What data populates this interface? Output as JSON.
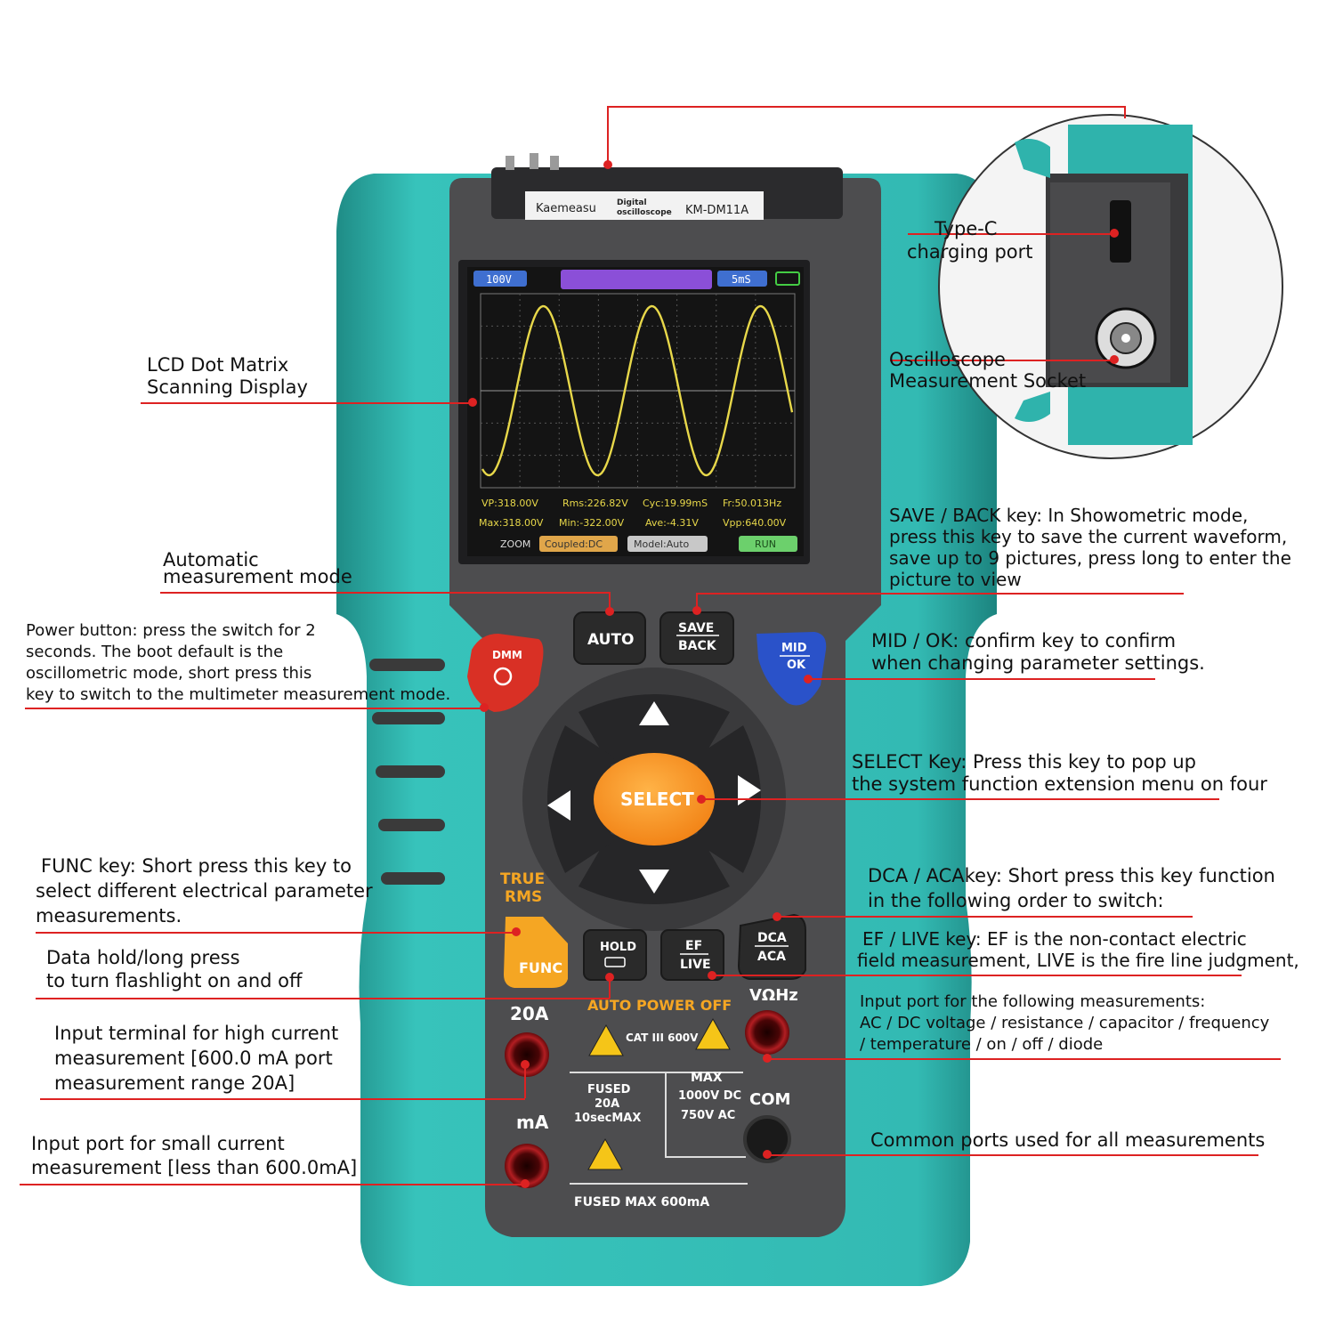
{
  "device": {
    "brand": "Kaemeasu",
    "subtitle_1": "Digital",
    "subtitle_2": "oscilloscope",
    "model": "KM-DM11A",
    "buttons": {
      "auto": "AUTO",
      "save": "SAVE",
      "back": "BACK",
      "dmm": "DMM",
      "mid": "MID",
      "ok": "OK",
      "select": "SELECT",
      "func": "FUNC",
      "hold": "HOLD",
      "ef": "EF",
      "live": "LIVE",
      "dca": "DCA",
      "aca": "ACA"
    },
    "true_rms_1": "TRUE",
    "true_rms_2": "RMS",
    "auto_power_off": "AUTO POWER OFF",
    "terminal_20a": "20A",
    "terminal_ma": "mA",
    "terminal_vohz": "VΩHz",
    "terminal_com": "COM",
    "cat": "CAT III  600V",
    "fused_20a_1": "FUSED",
    "fused_20a_2": "20A",
    "fused_20a_3": "10secMAX",
    "max_1": "MAX",
    "max_2": "1000V DC",
    "max_3": "750V AC",
    "fused_ma": "FUSED MAX 600mA"
  },
  "screen": {
    "volt_div": "100V",
    "time_div": "5mS",
    "vp": "VP:318.00V",
    "rms": "Rms:226.82V",
    "cyc": "Cyc:19.99mS",
    "fr": "Fr:50.013Hz",
    "max": "Max:318.00V",
    "min": "Min:-322.00V",
    "ave": "Ave:-4.31V",
    "vpp": "Vpp:640.00V",
    "zoom": "ZOOM",
    "coupled": "Coupled:DC",
    "model": "Model:Auto",
    "run": "RUN",
    "colors": {
      "waveform": "#e8d84a",
      "background": "#1a1a1a",
      "grid": "#555555"
    }
  },
  "inset": {
    "type_c_1": "Type-C",
    "type_c_2": "charging port",
    "socket_1": "Oscilloscope",
    "socket_2": "Measurement Socket"
  },
  "callouts": {
    "lcd_1": "LCD Dot Matrix",
    "lcd_2": "Scanning Display",
    "auto_1": "Automatic",
    "auto_2": "measurement mode",
    "power_1": "Power button: press the switch for 2",
    "power_2": "seconds. The boot default is the",
    "power_3": "oscillometric mode, short press this",
    "power_4": "key to switch to the multimeter measurement mode.",
    "func_1": "FUNC key: Short press this key to",
    "func_2": "select different electrical parameter",
    "func_3": "measurements.",
    "hold_1": "Data hold/long press",
    "hold_2": "to turn flashlight on and off",
    "high_1": "Input terminal for high current",
    "high_2": "measurement [600.0 mA port",
    "high_3": "measurement range 20A]",
    "small_1": "Input port for small current",
    "small_2": "measurement [less than 600.0mA]",
    "save_1": "SAVE / BACK key: In Showometric mode,",
    "save_2": "press this key to save the current waveform,",
    "save_3": "save up to 9 pictures, press long to enter the",
    "save_4": "picture to view",
    "mid_1": "MID / OK: confirm key to confirm",
    "mid_2": "when changing parameter settings.",
    "select_1": "SELECT Key: Press this key to pop up",
    "select_2": "the system function extension menu on four",
    "dca_1": "DCA / ACAkey: Short press this key function",
    "dca_2": "in the following order to switch:",
    "ef_1": "EF / LIVE key: EF is the non-contact electric",
    "ef_2": "field measurement, LIVE is the fire line judgment,",
    "input_1": "Input port for the following measurements:",
    "input_2": "AC / DC voltage / resistance / capacitor / frequency",
    "input_3": " / temperature / on / off / diode",
    "com_1": "Common ports used for all measurements"
  },
  "colors": {
    "body": "#2fb3ac",
    "face": "#4a4a4a",
    "leader": "#dd2222",
    "select": "#f7921e",
    "func": "#f5a623",
    "dmm": "#d93025",
    "mid": "#2a52c9"
  }
}
